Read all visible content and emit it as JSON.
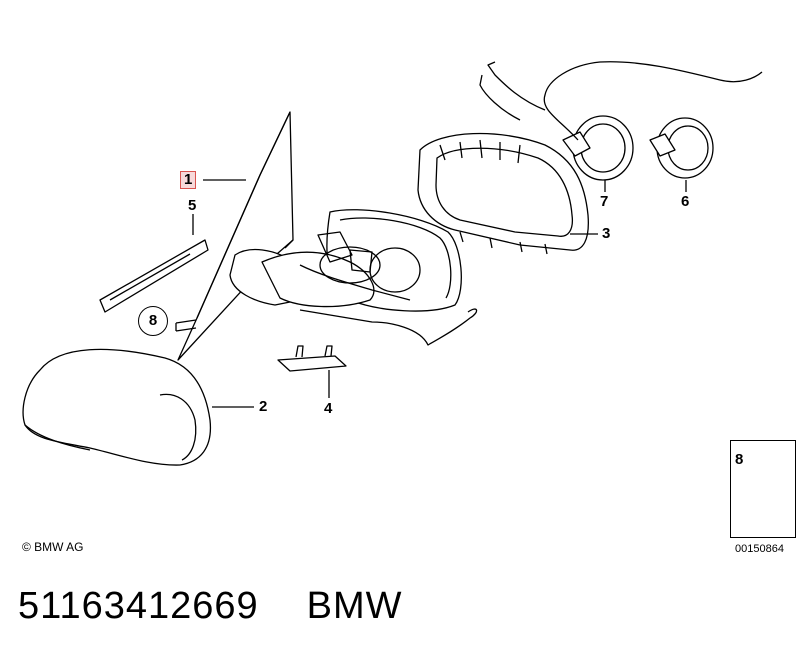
{
  "copyright": "© BMW AG",
  "part_number": "51163412669",
  "brand": "BMW",
  "reference_code": "00150864",
  "legend": {
    "number": "8"
  },
  "callouts": {
    "c1": "1",
    "c2": "2",
    "c3": "3",
    "c4": "4",
    "c5": "5",
    "c6": "6",
    "c7": "7",
    "c8": "8"
  },
  "colors": {
    "highlight_border": "#d9534f",
    "highlight_fill": "#f7d9da"
  }
}
